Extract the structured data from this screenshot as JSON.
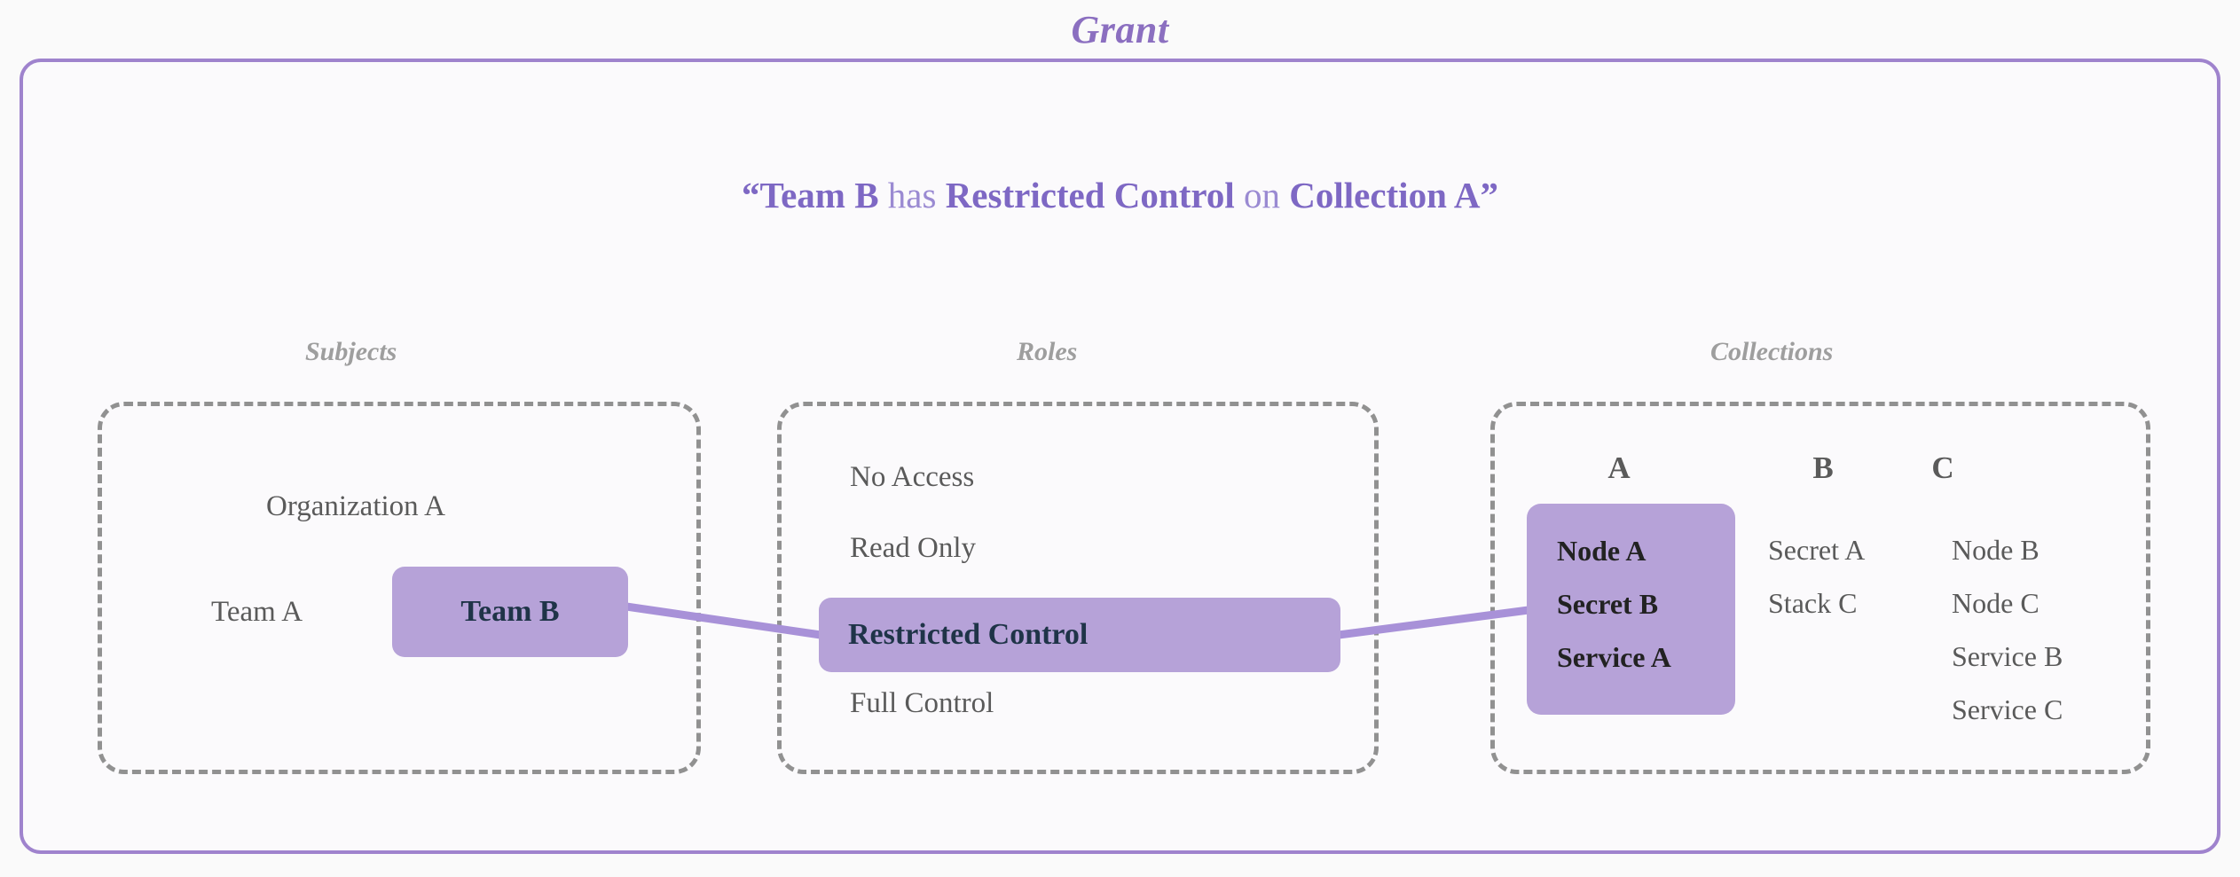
{
  "title": "Grant",
  "statement": {
    "open_quote": "“",
    "subject": "Team B",
    "verb": " has ",
    "role": "Restricted Control",
    "preposition": " on ",
    "collection": "Collection A",
    "close_quote": "”"
  },
  "sections": {
    "subjects": {
      "label": "Subjects",
      "entries": [
        "Organization A",
        "Team A"
      ],
      "selected": "Team B"
    },
    "roles": {
      "label": "Roles",
      "items": [
        "No Access",
        "Read Only",
        "Restricted Control",
        "Full Control"
      ],
      "selected_index": 2
    },
    "collections": {
      "label": "Collections",
      "columns": [
        {
          "header": "A",
          "items": [
            "Node A",
            "Secret B",
            "Service A"
          ],
          "selected": true
        },
        {
          "header": "B",
          "items": [
            "Secret A",
            "Stack C"
          ],
          "selected": false
        },
        {
          "header": "C",
          "items": [
            "Node B",
            "Node C",
            "Service B",
            "Service C"
          ],
          "selected": false
        }
      ]
    }
  },
  "colors": {
    "accent_purple": "#9f83cd",
    "title_purple": "#8b6fc0",
    "statement_purple": "#8b77cc",
    "highlight_fill": "#b6a2d8",
    "connector": "#a891d8",
    "dashed_border": "#919191",
    "body_text": "#5a5a5a",
    "selected_text": "#1f3448",
    "background": "#fafafa"
  }
}
